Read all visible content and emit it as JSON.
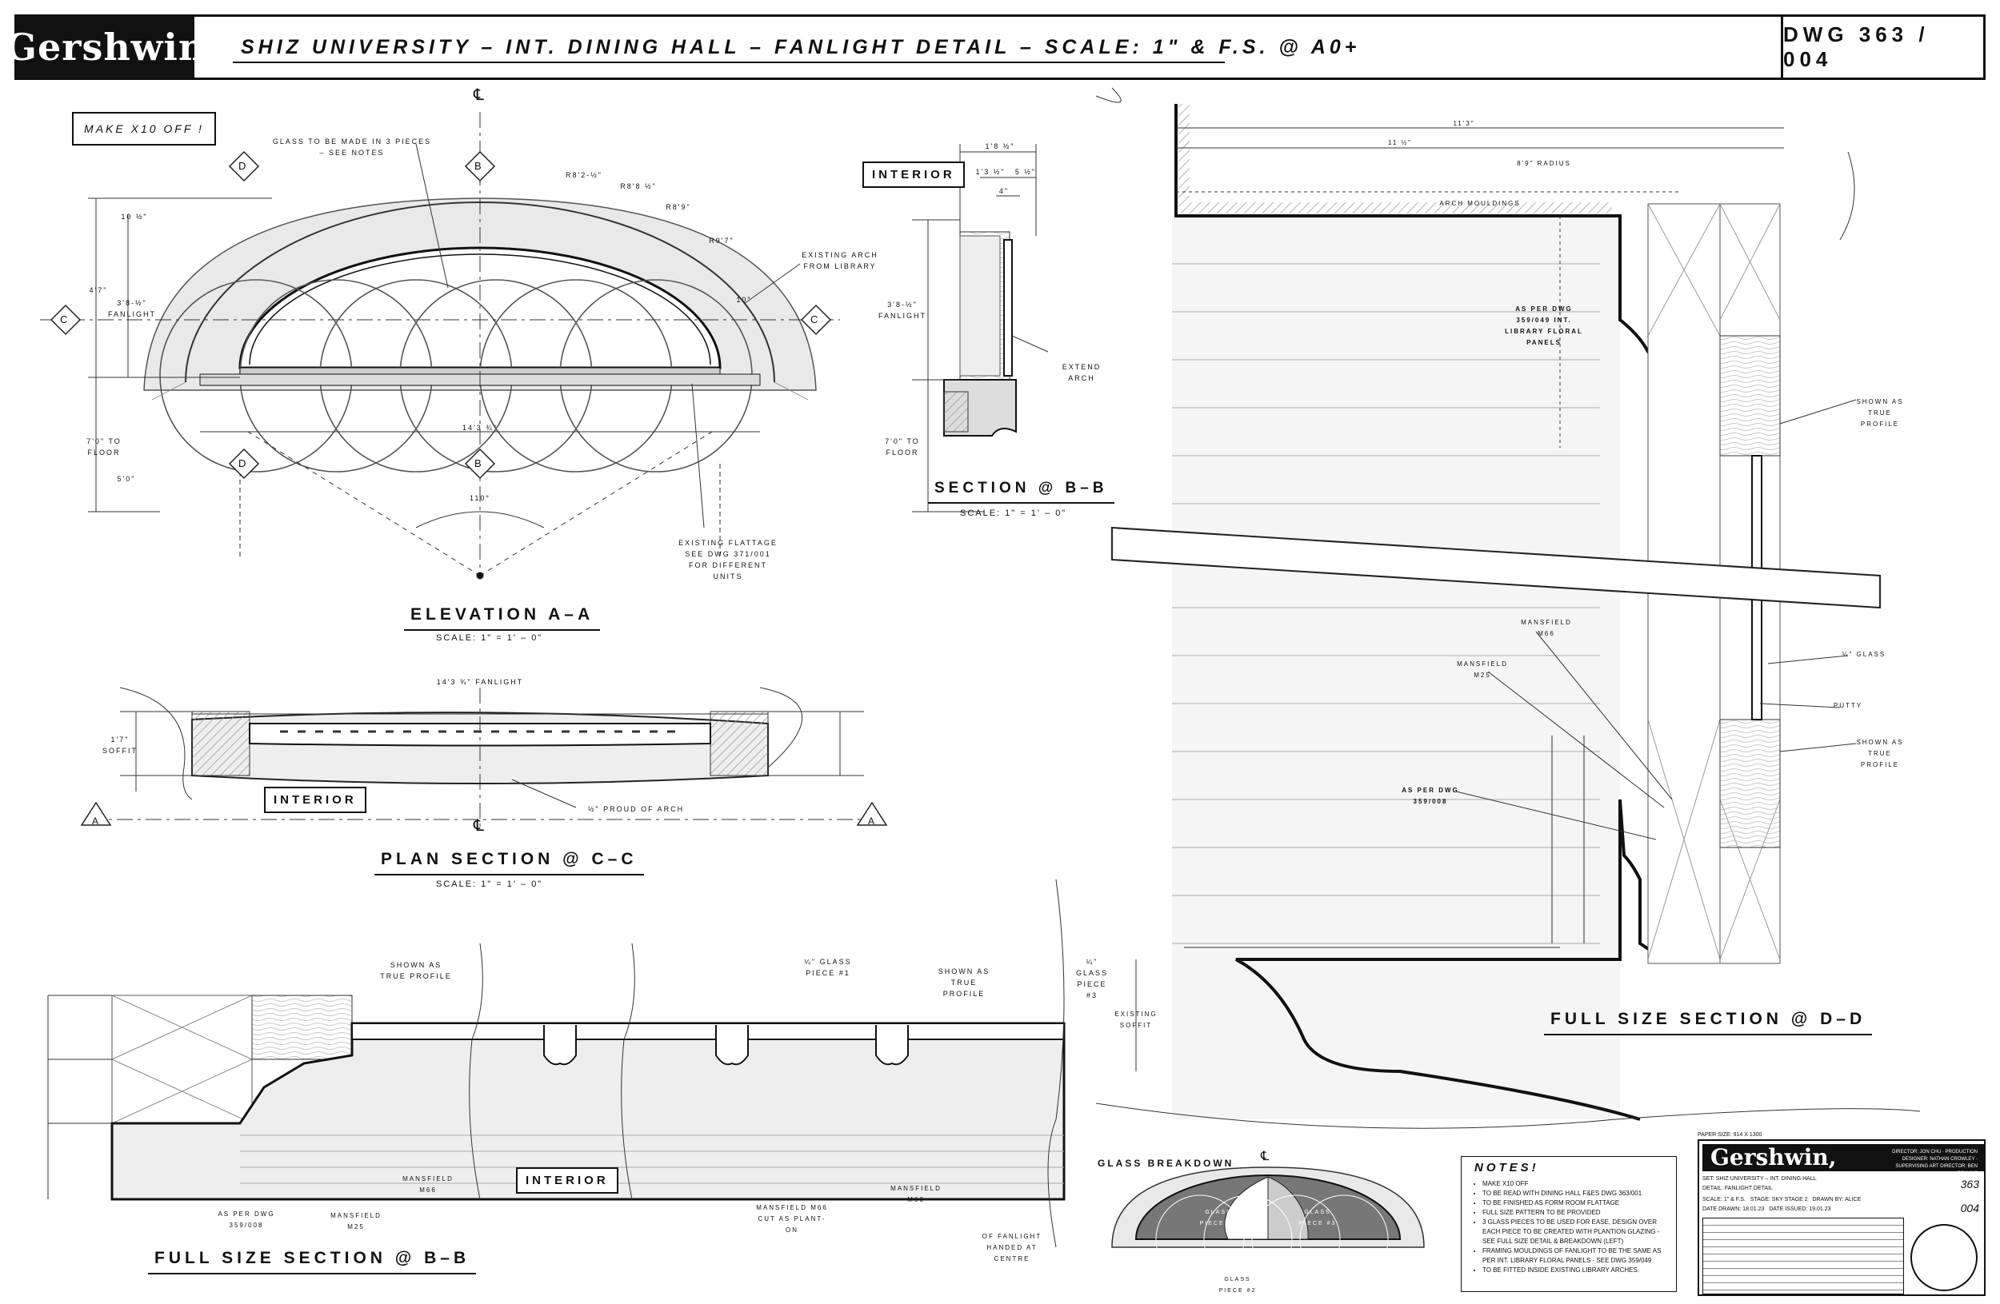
{
  "header": {
    "logo": "Gershwin",
    "sheet_title": "SHIZ UNIVERSITY – INT. DINING HALL – FANLIGHT DETAIL – SCALE: 1\" & F.S. @ A0+",
    "dwg_number": "DWG 363 / 004"
  },
  "make_note": "MAKE X10 OFF !",
  "labels": {
    "elev_glass": "GLASS TO BE MADE IN 3 PIECES – SEE NOTES",
    "elev_arch": "EXISTING ARCH FROM LIBRARY",
    "elev_flattage": "EXISTING FLATTAGE SEE DWG 371/001 FOR DIFFERENT UNITS",
    "elev_fanlight": "3'8-½\" FANLIGHT",
    "elev_tofloor": "7'0\" TO FLOOR",
    "elev_width": "14'3 ¾\"",
    "elev_angle": "110°",
    "elev_h1": "4'7\"",
    "elev_h2": "5'0\"",
    "elev_10": "10 ½\"",
    "r1": "R8'2-½\"",
    "r2": "R8'8 ½\"",
    "r3": "R8'9\"",
    "r4": "R9'7\"",
    "r5": "10\"",
    "bb_interior": "INTERIOR",
    "bb_extend": "EXTEND ARCH",
    "bb_fanlight": "3'8-½\" FANLIGHT",
    "bb_tofloor": "7'0\" TO FLOOR",
    "bb_w1": "1'8 ½\"",
    "bb_w2": "1'3 ½\"",
    "bb_w3": "5 ½\"",
    "bb_w4": "4\"",
    "cc_width": "14'3 ¾\" FANLIGHT",
    "cc_soffit": "1'7\" SOFFIT",
    "cc_interior": "INTERIOR",
    "cc_proud": "½\" PROUD OF ARCH",
    "dd_radius": "8'9\" RADIUS",
    "dd_arch": "ARCH MOULDINGS",
    "dd_aspereper": "AS PER DWG 359/049 INT. LIBRARY FLORAL PANELS",
    "dd_true1": "SHOWN AS TRUE PROFILE",
    "dd_glass": "¼\" GLASS",
    "dd_putty": "PUTTY",
    "dd_true2": "SHOWN AS TRUE PROFILE",
    "dd_m66": "MANSFIELD M66",
    "dd_m25": "MANSFIELD M25",
    "dd_dwg": "AS PER DWG 359/008",
    "dd_soffit": "EXISTING SOFFIT",
    "dd_w1": "11'3\"",
    "dd_w2": "11 ½\"",
    "bb2_true": "SHOWN AS TRUE PROFILE",
    "bb2_glass1": "¼\" GLASS PIECE #1",
    "bb2_true2": "SHOWN AS TRUE PROFILE",
    "bb2_glass3": "¼\" GLASS PIECE #3",
    "bb2_interior": "INTERIOR",
    "bb2_dwg": "AS PER DWG 359/008",
    "bb2_m25": "MANSFIELD M25",
    "bb2_m66": "MANSFIELD M66",
    "bb2_m66b": "MANSFIELD M66 CUT AS PLANT-ON",
    "bb2_m66c": "MANSFIELD M66",
    "bb2_centre": "OF FANLIGHT HANDED AT CENTRE",
    "gb_title": "GLASS BREAKDOWN",
    "gb_p1": "GLASS PIECE #1",
    "gb_p2": "GLASS PIECE #2",
    "gb_p3": "GLASS PIECE #3"
  },
  "sections": {
    "elev_title": "ELEVATION A–A",
    "elev_scale": "SCALE: 1\" = 1' – 0\"",
    "bb_title": "SECTION @ B–B",
    "bb_scale": "SCALE: 1\" = 1' – 0\"",
    "cc_title": "PLAN SECTION @ C–C",
    "cc_scale": "SCALE: 1\" = 1' – 0\"",
    "dd_title": "FULL SIZE SECTION @ D–D",
    "bb2_title": "FULL SIZE SECTION @ B–B"
  },
  "markers": {
    "b": "B",
    "c": "C",
    "d": "D",
    "a": "A",
    "cl": "℄"
  },
  "notes": {
    "title": "NOTES!",
    "items": [
      "MAKE X10 OFF",
      "TO BE READ WITH DINING HALL F&ES DWG 363/001",
      "TO BE FINISHED AS FORM ROOM FLATTAGE",
      "FULL SIZE PATTERN TO BE PROVIDED",
      "3 GLASS PIECES TO BE USED FOR EASE, DESIGN OVER EACH PIECE TO BE CREATED WITH PLANTION GLAZING - SEE FULL SIZE DETAIL & BREAKDOWN (LEFT)",
      "FRAMING MOULDINGS OF FANLIGHT TO BE THE SAME AS PER INT. LIBRARY FLORAL PANELS - SEE DWG 359/049",
      "TO BE FITTED INSIDE EXISTING LIBRARY ARCHES."
    ]
  },
  "titleblock": {
    "logo": "Gershwin,",
    "paper": "PAPER SIZE: 914 X 1300",
    "credits": "DIRECTOR: JON CHU · PRODUCTION DESIGNER: NATHAN CROWLEY · SUPERVISING ART DIRECTOR: BEN COLLINS",
    "set": "SHIZ UNIVERSITY – INT. DINING HALL",
    "detail": "FANLIGHT DETAIL",
    "set_no": "363",
    "scale": "1\" & F.S.",
    "stage": "SKY STAGE 2",
    "drawn_by": "ALICE",
    "date_drawn": "18.01.23",
    "date_issued": "19.01.23",
    "drawing_no": "004"
  }
}
